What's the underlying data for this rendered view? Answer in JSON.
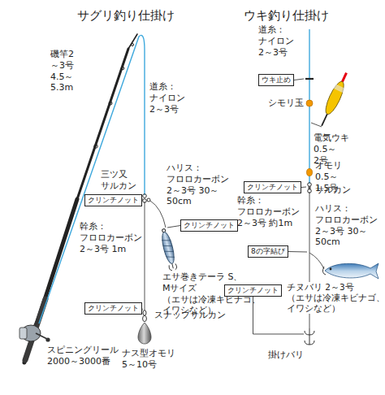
{
  "diagram": {
    "nodes": [
      {
        "text": [
          "クリンチノット"
        ]
      },
      {
        "text": [
          "クリンチノット"
        ]
      },
      {
        "text": [
          "クリンチノット"
        ]
      },
      {
        "text": [
          "ウキ止め"
        ]
      },
      {
        "text": [
          "クリンチノット"
        ]
      },
      {
        "text": [
          "8の字結び"
        ]
      },
      {
        "text": [
          "クリンチノット"
        ]
      }
    ],
    "labels": [
      "サグリ釣り仕掛け",
      "磯竿2～3号 4.5～5.3m",
      "道糸： ナイロン 2～3号",
      "三ツ又 サルカン",
      "ハリス： フロロカーボン 2～3号 30～50cm",
      "幹糸： フロロカーボン 2～3号 1m",
      "エサ巻きテーラ S、Mサイズ （エサは冷凍キビナゴ、 イワシなど）",
      "スナップサルカン",
      "スピニングリール 2000～3000番",
      "ナス型オモリ 5～10号",
      "ウキ釣り仕掛け",
      "道糸： ナイロン 2～3号",
      "シモリ玉",
      "電気ウキ 0.5～2号",
      "オモリ 0.5～1.5号",
      "サルカン",
      "幹糸： フロロカーボン 2～3号 約1m",
      "ハリス： フロロカーボン 2～3号 30～50cm",
      "チヌバリ 2～3号 （エサは冷凍キビナゴ、 イワシなど）",
      "掛けバリ"
    ]
  }
}
